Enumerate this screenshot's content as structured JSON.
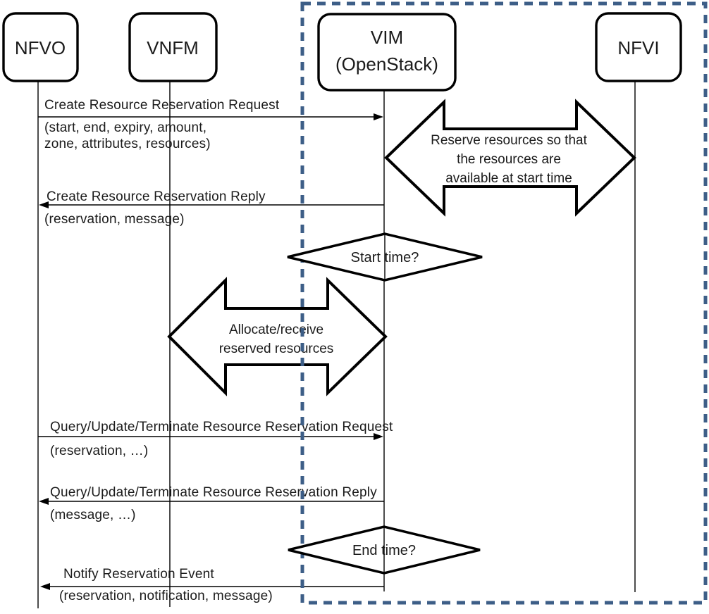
{
  "colors": {
    "stroke": "#000000",
    "boundary": "#3D5E87",
    "fill": "#ffffff"
  },
  "actors": [
    {
      "label": "NFVO"
    },
    {
      "label": "VNFM"
    },
    {
      "label": "VIM",
      "sublabel": "(OpenStack)"
    },
    {
      "label": "NFVI"
    }
  ],
  "messages": {
    "create_request": {
      "title": "Create Resource Reservation Request",
      "param1": "(start, end, expiry, amount,",
      "param2": "zone, attributes, resources)"
    },
    "reserve_activity": {
      "line1": "Reserve resources so that",
      "line2": "the resources are",
      "line3": "available at start time"
    },
    "create_reply": {
      "title": "Create Resource Reservation Reply",
      "param1": "(reservation, message)"
    },
    "start_condition": {
      "label": "Start time?"
    },
    "allocate_activity": {
      "line1": "Allocate/receive",
      "line2": "reserved resources"
    },
    "query_request": {
      "title": "Query/Update/Terminate Resource Reservation Request",
      "param1": "(reservation, …)"
    },
    "query_reply": {
      "title": "Query/Update/Terminate Resource Reservation Reply",
      "param1": "(message, …)"
    },
    "end_condition": {
      "label": "End time?"
    },
    "notify_event": {
      "title": "Notify Reservation Event",
      "param1": "(reservation, notification, message)"
    }
  }
}
